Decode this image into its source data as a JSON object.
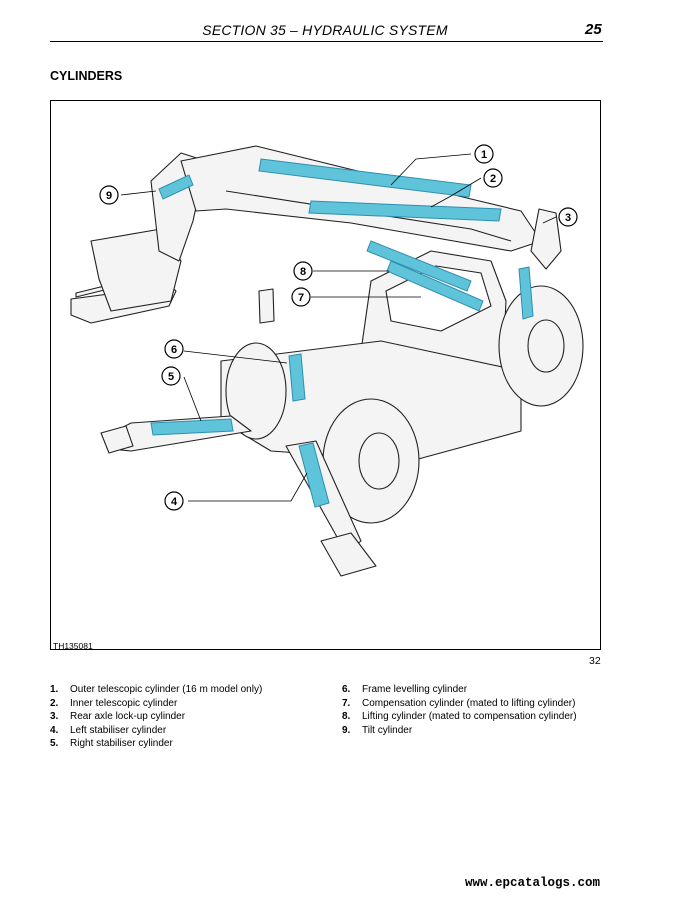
{
  "header": {
    "section_title": "SECTION 35 – HYDRAULIC SYSTEM",
    "page_number": "25"
  },
  "heading": "CYLINDERS",
  "figure": {
    "code": "TH135081",
    "number": "32",
    "callouts": [
      "1",
      "2",
      "3",
      "4",
      "5",
      "6",
      "7",
      "8",
      "9"
    ],
    "colors": {
      "cylinder": "#5fc3d9",
      "cylinder_dark": "#2e8fb0",
      "linework": "#222222",
      "fill": "#f4f4f4"
    }
  },
  "legend": {
    "left": [
      {
        "num": "1.",
        "text": "Outer telescopic cylinder (16 m model only)"
      },
      {
        "num": "2.",
        "text": "Inner telescopic cylinder"
      },
      {
        "num": "3.",
        "text": "Rear axle lock-up cylinder"
      },
      {
        "num": "4.",
        "text": "Left stabiliser cylinder"
      },
      {
        "num": "5.",
        "text": "Right stabiliser cylinder"
      }
    ],
    "right": [
      {
        "num": "6.",
        "text": "Frame levelling cylinder"
      },
      {
        "num": "7.",
        "text": "Compensation cylinder (mated to lifting cylinder)"
      },
      {
        "num": "8.",
        "text": "Lifting cylinder (mated to compensation cylinder)"
      },
      {
        "num": "9.",
        "text": "Tilt cylinder"
      }
    ]
  },
  "watermark": "www.epcatalogs.com"
}
